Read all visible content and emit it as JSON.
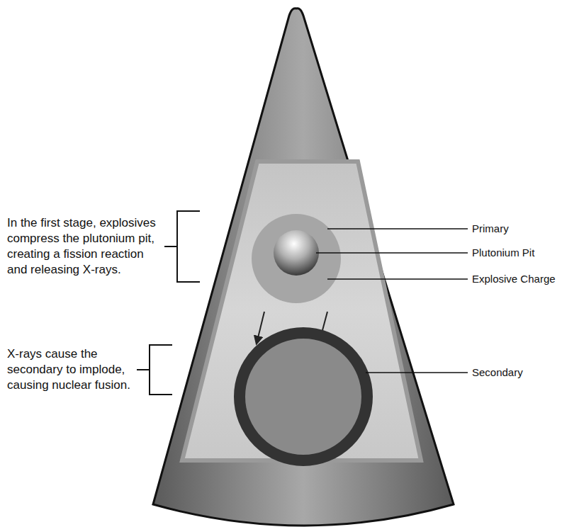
{
  "diagram": {
    "labels": [
      "In the first stage, explosives compress the plutonium pit, creating a fission reaction and releasing X-rays.",
      "Primary",
      "Plutonium Pit",
      "Explosive Charge",
      "X-rays cause the secondary to implode, causing nuclear fusion.",
      "Secondary"
    ]
  }
}
